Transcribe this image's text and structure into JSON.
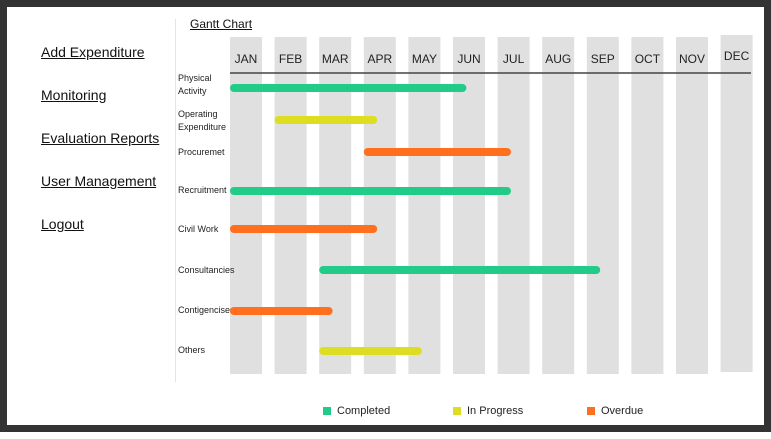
{
  "nav": {
    "items": [
      {
        "label": "Add Expenditure"
      },
      {
        "label": "Monitoring"
      },
      {
        "label": "Evaluation Reports"
      },
      {
        "label": "User Management"
      },
      {
        "label": "Logout"
      }
    ]
  },
  "gantt": {
    "title": "Gantt Chart"
  },
  "colors": {
    "completed": "#22cc88",
    "in_progress": "#dddd22",
    "overdue": "#ff6f1e",
    "column": "#e0e0e0"
  },
  "chart_data": {
    "type": "gantt",
    "title": "Gantt Chart",
    "months": [
      "JAN",
      "FEB",
      "MAR",
      "APR",
      "MAY",
      "JUN",
      "JUL",
      "AUG",
      "SEP",
      "OCT",
      "NOV",
      "DEC"
    ],
    "legend": [
      {
        "label": "Completed",
        "status": "completed"
      },
      {
        "label": "In Progress",
        "status": "in_progress"
      },
      {
        "label": "Overdue",
        "status": "overdue"
      }
    ],
    "tasks": [
      {
        "label_lines": [
          "Physical",
          "Activity"
        ],
        "start": 1,
        "end": 6.3,
        "status": "completed"
      },
      {
        "label_lines": [
          "Operating",
          "Expenditure"
        ],
        "start": 2,
        "end": 4.3,
        "status": "in_progress"
      },
      {
        "label_lines": [
          "Procuremet"
        ],
        "start": 4,
        "end": 7.3,
        "status": "overdue"
      },
      {
        "label_lines": [
          "Recruitment"
        ],
        "start": 1,
        "end": 7.3,
        "status": "completed"
      },
      {
        "label_lines": [
          "Civil Work"
        ],
        "start": 1,
        "end": 4.3,
        "status": "overdue"
      },
      {
        "label_lines": [
          "Consultancies"
        ],
        "start": 3,
        "end": 9.3,
        "status": "completed"
      },
      {
        "label_lines": [
          "Contigencises"
        ],
        "start": 1,
        "end": 3.3,
        "status": "overdue"
      },
      {
        "label_lines": [
          "Others"
        ],
        "start": 3,
        "end": 5.3,
        "status": "in_progress"
      }
    ]
  }
}
